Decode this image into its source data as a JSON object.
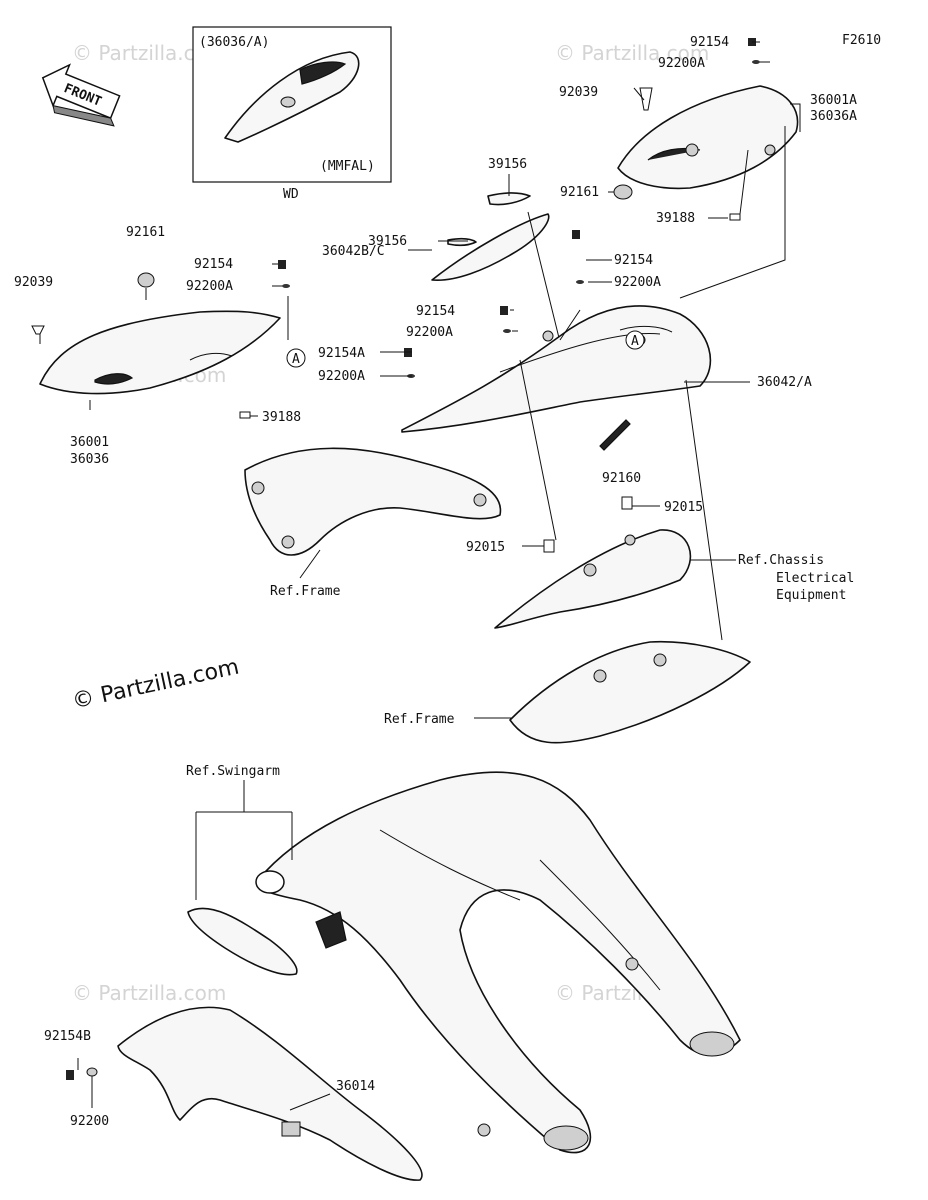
{
  "diagram_code": "F2610",
  "front_label": "FRONT",
  "watermark": "© Partzilla.com",
  "copyright": "© Partzilla.com",
  "inset": {
    "part": "(36036/A)",
    "variant": "(MMFAL)",
    "caption": "WD"
  },
  "callouts": {
    "c_92154_top": "92154",
    "c_92200A_top": "92200A",
    "c_92039_right": "92039",
    "c_36001A": "36001A",
    "c_36036A": "36036A",
    "c_92161_right": "92161",
    "c_39188_right": "39188",
    "c_39156_a": "39156",
    "c_39156_b": "39156",
    "c_36042BC": "36042B/C",
    "c_92154_mid": "92154",
    "c_92200A_mid": "92200A",
    "c_92154_mid2": "92154",
    "c_92200A_mid2": "92200A",
    "c_92154A": "92154A",
    "c_92200A_low": "92200A",
    "c_36042A": "36042/A",
    "c_92161_left": "92161",
    "c_92039_left": "92039",
    "c_92154_left": "92154",
    "c_92200A_left": "92200A",
    "c_39188_left": "39188",
    "c_36001": "36001",
    "c_36036": "36036",
    "c_92160": "92160",
    "c_92015_right": "92015",
    "c_92015_left": "92015",
    "c_ref_chassis_1": "Ref.Chassis",
    "c_ref_chassis_2": "Electrical",
    "c_ref_chassis_3": "Equipment",
    "c_ref_frame_1": "Ref.Frame",
    "c_ref_frame_2": "Ref.Frame",
    "c_ref_swingarm": "Ref.Swingarm",
    "c_92154B": "92154B",
    "c_92200": "92200",
    "c_36014": "36014",
    "marker_a": "A"
  }
}
